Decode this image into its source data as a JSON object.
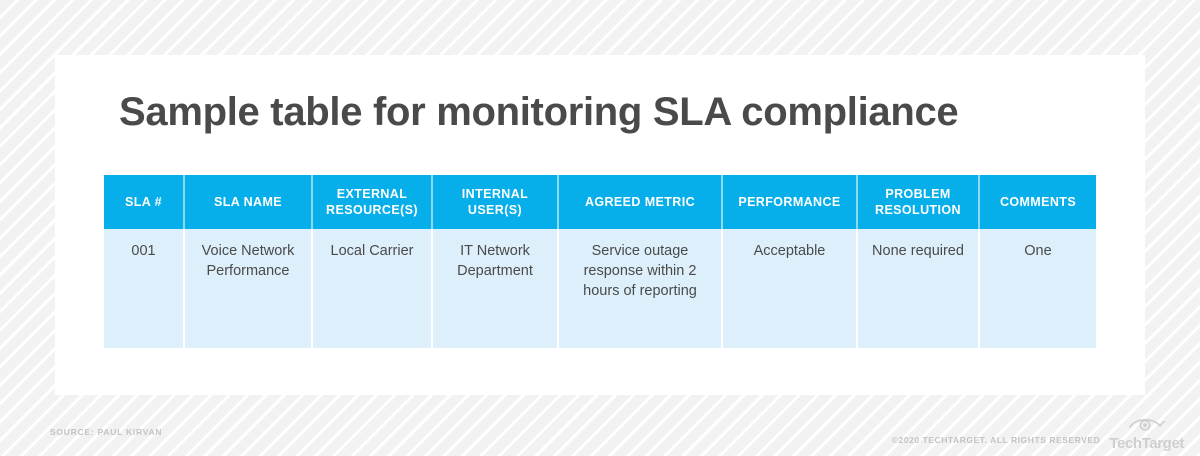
{
  "page": {
    "title": "Sample table for monitoring SLA compliance"
  },
  "table": {
    "headers": [
      "SLA #",
      "SLA NAME",
      "EXTERNAL RESOURCE(S)",
      "INTERNAL USER(S)",
      "AGREED METRIC",
      "PERFORMANCE",
      "PROBLEM RESOLUTION",
      "COMMENTS"
    ],
    "rows": [
      [
        "001",
        "Voice Network Performance",
        "Local Carrier",
        "IT Network Department",
        "Service outage response within 2 hours of reporting",
        "Acceptable",
        "None required",
        "One"
      ]
    ]
  },
  "footer": {
    "source": "SOURCE: PAUL KIRVAN",
    "copyright": "©2020 TECHTARGET. ALL RIGHTS RESERVED",
    "brand": "TechTarget"
  },
  "colors": {
    "header_blue": "#06aeea",
    "cell_blue": "#ddeffb",
    "title_gray": "#4a4a4a",
    "footer_gray": "#c3c3c3"
  }
}
